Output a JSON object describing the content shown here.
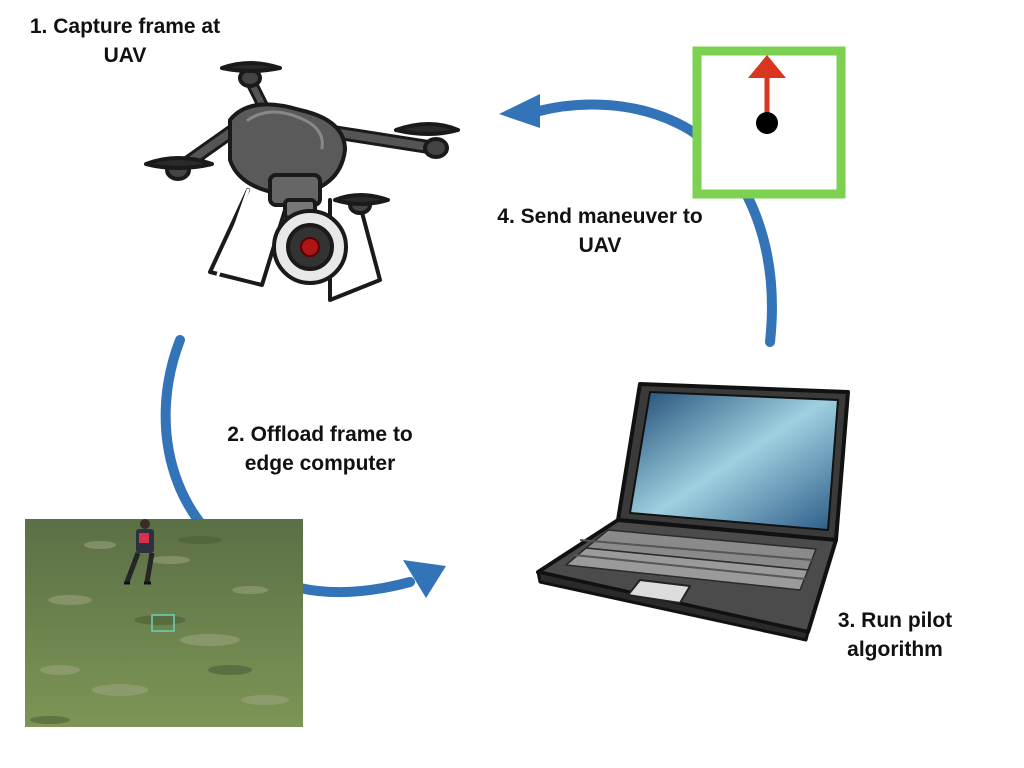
{
  "steps": [
    {
      "number": 1,
      "line1": "1. Capture frame at",
      "line2": "UAV"
    },
    {
      "number": 2,
      "line1": "2. Offload frame to",
      "line2": "edge computer"
    },
    {
      "number": 3,
      "line1": "3. Run pilot",
      "line2": "algorithm"
    },
    {
      "number": 4,
      "line1": "4. Send maneuver to",
      "line2": "UAV"
    }
  ],
  "icons": {
    "uav": "drone-icon",
    "frame": "aerial-frame-image",
    "computer": "laptop-icon",
    "maneuver": "maneuver-command-icon"
  },
  "colors": {
    "cycle_arrow": "#3373b7",
    "maneuver_box": "#7dd150",
    "maneuver_arrow": "#d9361f",
    "grass": "#6e8a4a"
  }
}
